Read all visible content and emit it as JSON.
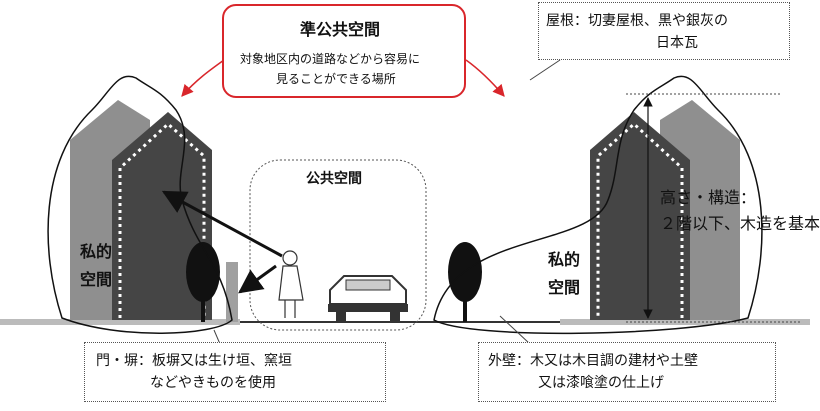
{
  "semi_public": {
    "title": "準公共空間",
    "desc_line1": "対象地区内の道路などから容易に",
    "desc_line2": "見ることができる場所"
  },
  "public_space": {
    "label": "公共空間"
  },
  "private_left": {
    "line1": "私的",
    "line2": "空間"
  },
  "private_right": {
    "line1": "私的",
    "line2": "空間"
  },
  "roof": {
    "line1": "屋根：切妻屋根、黒や銀灰の",
    "line2": "日本瓦"
  },
  "height": {
    "line1": "高さ・構造：",
    "line2": "２階以下、木造を基本"
  },
  "gate": {
    "line1": "門・塀：板塀又は生け垣、窯垣",
    "line2": "などやきものを使用"
  },
  "wall": {
    "line1": "外壁：木又は木目調の建材や土壁",
    "line2": "又は漆喰塗の仕上げ"
  },
  "colors": {
    "accent_red": "#d9262b",
    "building_gray": "#8c8c8c",
    "building_dark": "#4a4a4a"
  }
}
